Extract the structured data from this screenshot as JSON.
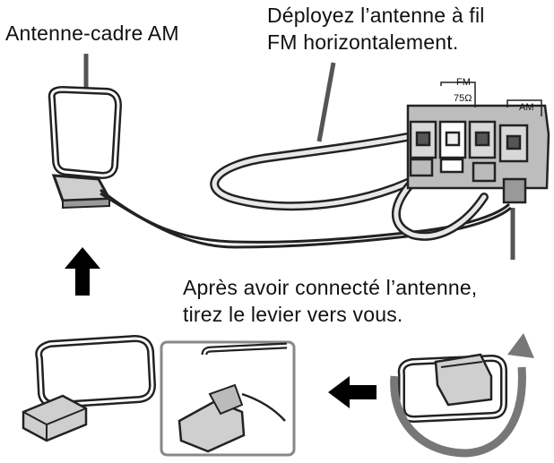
{
  "labels": {
    "am_loop": "Antenne-cadre AM",
    "fm_line1": "Déployez l’antenne à fil",
    "fm_line2": "FM horizontalement.",
    "after_line1": "Après avoir connecté l’antenne,",
    "after_line2": "tirez le levier vers vous."
  },
  "terminal_tags": {
    "fm": "FM",
    "ohm": "75Ω",
    "am": "AM"
  }
}
